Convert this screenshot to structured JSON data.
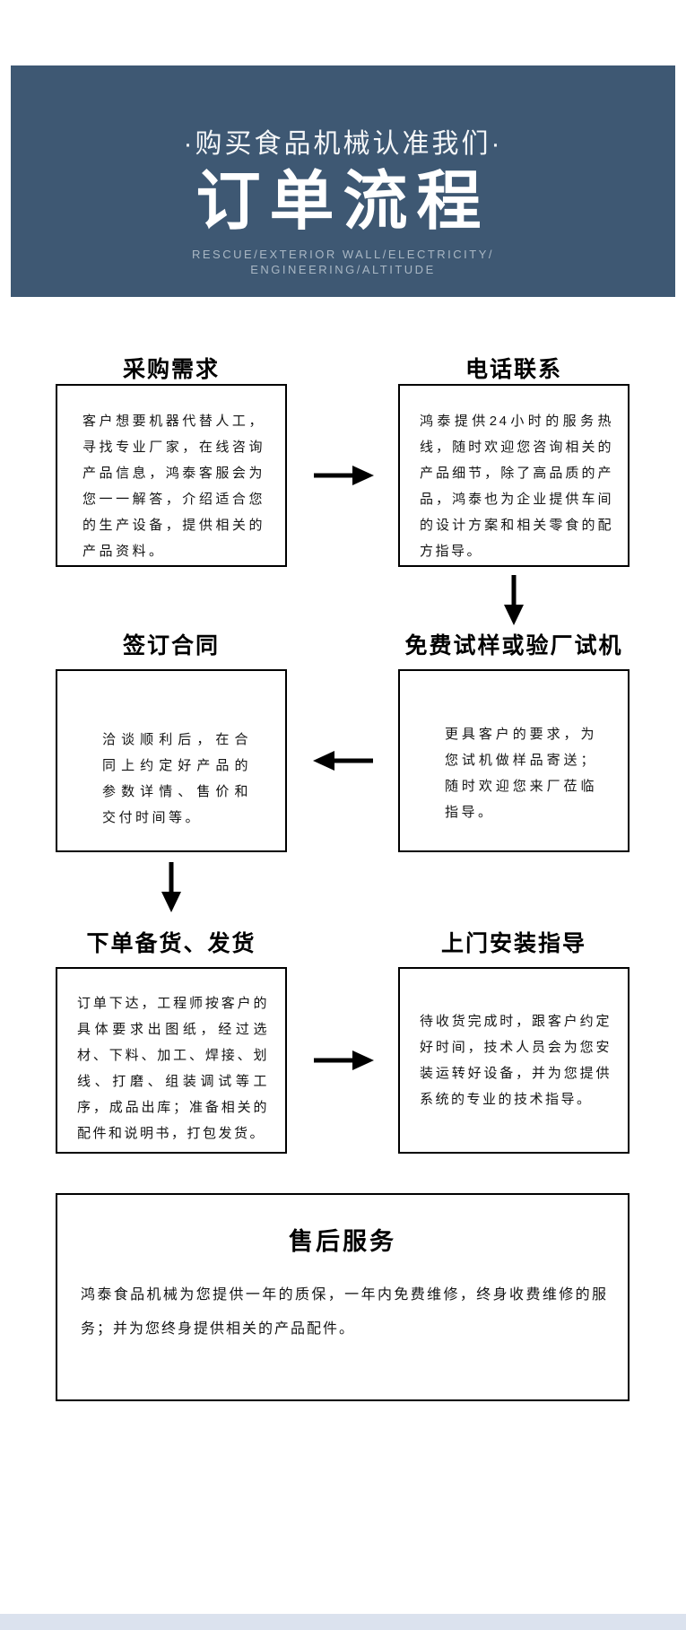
{
  "header": {
    "tagline": "·购买食品机械认准我们·",
    "title": "订单流程",
    "subtitle_line1": "RESCUE/EXTERIOR WALL/ELECTRICITY/",
    "subtitle_line2": "ENGINEERING/ALTITUDE",
    "bg_color": "#3e5873",
    "title_color": "#ffffff",
    "subtitle_color": "#a9b7c4"
  },
  "flow": {
    "steps": [
      {
        "title": "采购需求",
        "body": "客户想要机器代替人工，寻找专业厂家，在线咨询产品信息，鸿泰客服会为您一一解答，介绍适合您的生产设备，提供相关的产品资料。"
      },
      {
        "title": "电话联系",
        "body": "鸿泰提供24小时的服务热线，随时欢迎您咨询相关的产品细节，除了高品质的产品，鸿泰也为企业提供车间的设计方案和相关零食的配方指导。"
      },
      {
        "title": "签订合同",
        "body": "洽谈顺利后，在合同上约定好产品的参数详情、售价和交付时间等。"
      },
      {
        "title": "免费试样或验厂试机",
        "body": "更具客户的要求，为您试机做样品寄送；随时欢迎您来厂莅临指导。"
      },
      {
        "title": "下单备货、发货",
        "body": "订单下达，工程师按客户的具体要求出图纸，经过选材、下料、加工、焊接、划线、打磨、组装调试等工序，成品出库；准备相关的配件和说明书，打包发货。"
      },
      {
        "title": "上门安装指导",
        "body": "待收货完成时，跟客户约定好时间，技术人员会为您安装运转好设备，并为您提供系统的专业的技术指导。"
      }
    ],
    "arrow_color": "#000000",
    "box_border_color": "#000000"
  },
  "after_sales": {
    "title": "售后服务",
    "body": "鸿泰食品机械为您提供一年的质保，一年内免费维修，终身收费维修的服务；并为您终身提供相关的产品配件。"
  }
}
